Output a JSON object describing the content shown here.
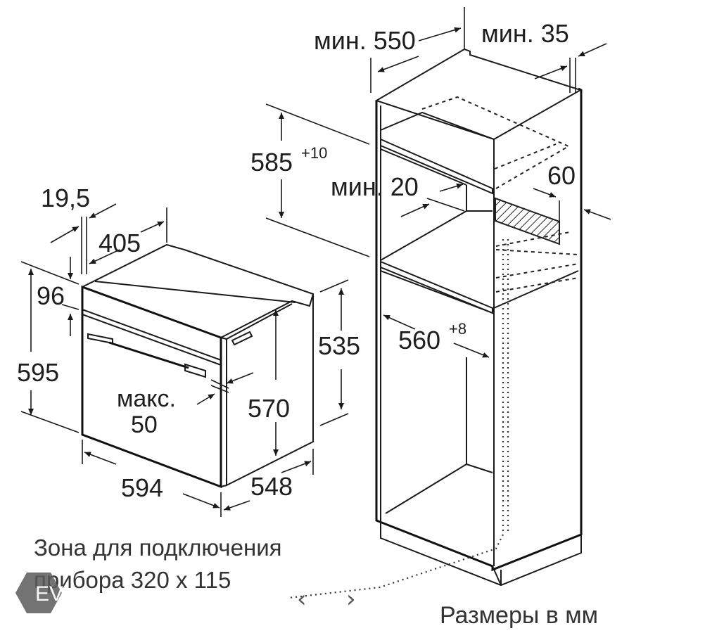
{
  "labels": {
    "depth_min": "мин. 550",
    "gap_min": "мин. 35",
    "niche_h_base": "585",
    "niche_h_tol": "+10",
    "vent_min": "мин. 20",
    "vent_h": "60",
    "niche_w_base": "560",
    "niche_w_tol": "+8",
    "thick_195": "19,5",
    "depth_405": "405",
    "front_96": "96",
    "height_595": "595",
    "height_535": "535",
    "height_570": "570",
    "max_label": "макс.",
    "max_value": "50",
    "width_594": "594",
    "depth_548": "548"
  },
  "note": {
    "line1": "Зона для подключения",
    "line2": "прибора 320 x 115"
  },
  "units": "Размеры в мм",
  "watermark": "EVO",
  "nav": {
    "prev": "‹",
    "next": "›"
  }
}
